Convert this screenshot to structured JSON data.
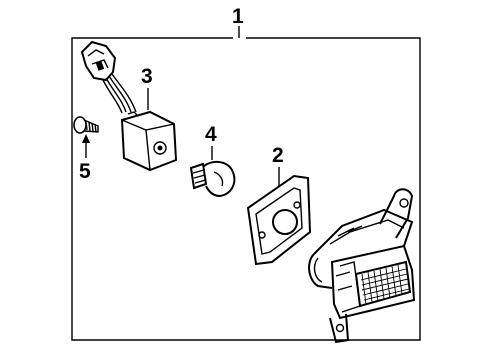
{
  "callouts": {
    "c1": "1",
    "c2": "2",
    "c3": "3",
    "c4": "4",
    "c5": "5"
  },
  "parts": [
    {
      "number": "1",
      "icon": "lamp-assembly-icon"
    },
    {
      "number": "2",
      "icon": "gasket-icon"
    },
    {
      "number": "3",
      "icon": "socket-with-harness-icon"
    },
    {
      "number": "4",
      "icon": "bulb-icon"
    },
    {
      "number": "5",
      "icon": "screw-icon"
    }
  ]
}
